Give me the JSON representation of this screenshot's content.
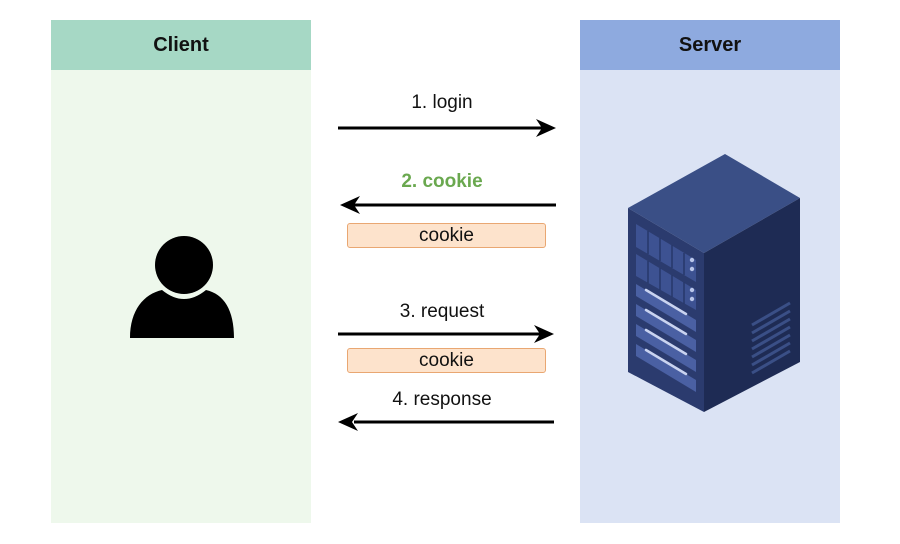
{
  "client": {
    "title": "Client",
    "icon": "user-icon"
  },
  "server": {
    "title": "Server",
    "icon": "server-rack-icon"
  },
  "messages": [
    {
      "label": "1. login",
      "direction": "client-to-server"
    },
    {
      "label": "2. cookie",
      "direction": "server-to-client",
      "payload": "cookie"
    },
    {
      "label": "3. request",
      "direction": "client-to-server",
      "payload": "cookie"
    },
    {
      "label": "4. response",
      "direction": "server-to-client"
    }
  ],
  "colors": {
    "client_header": "#a6d8c5",
    "client_body": "#eef8ec",
    "server_header": "#8eaadf",
    "server_body": "#dbe3f4",
    "highlight_label": "#6aa84f",
    "token_fill": "#fde3cc",
    "token_border": "#e9a772"
  }
}
